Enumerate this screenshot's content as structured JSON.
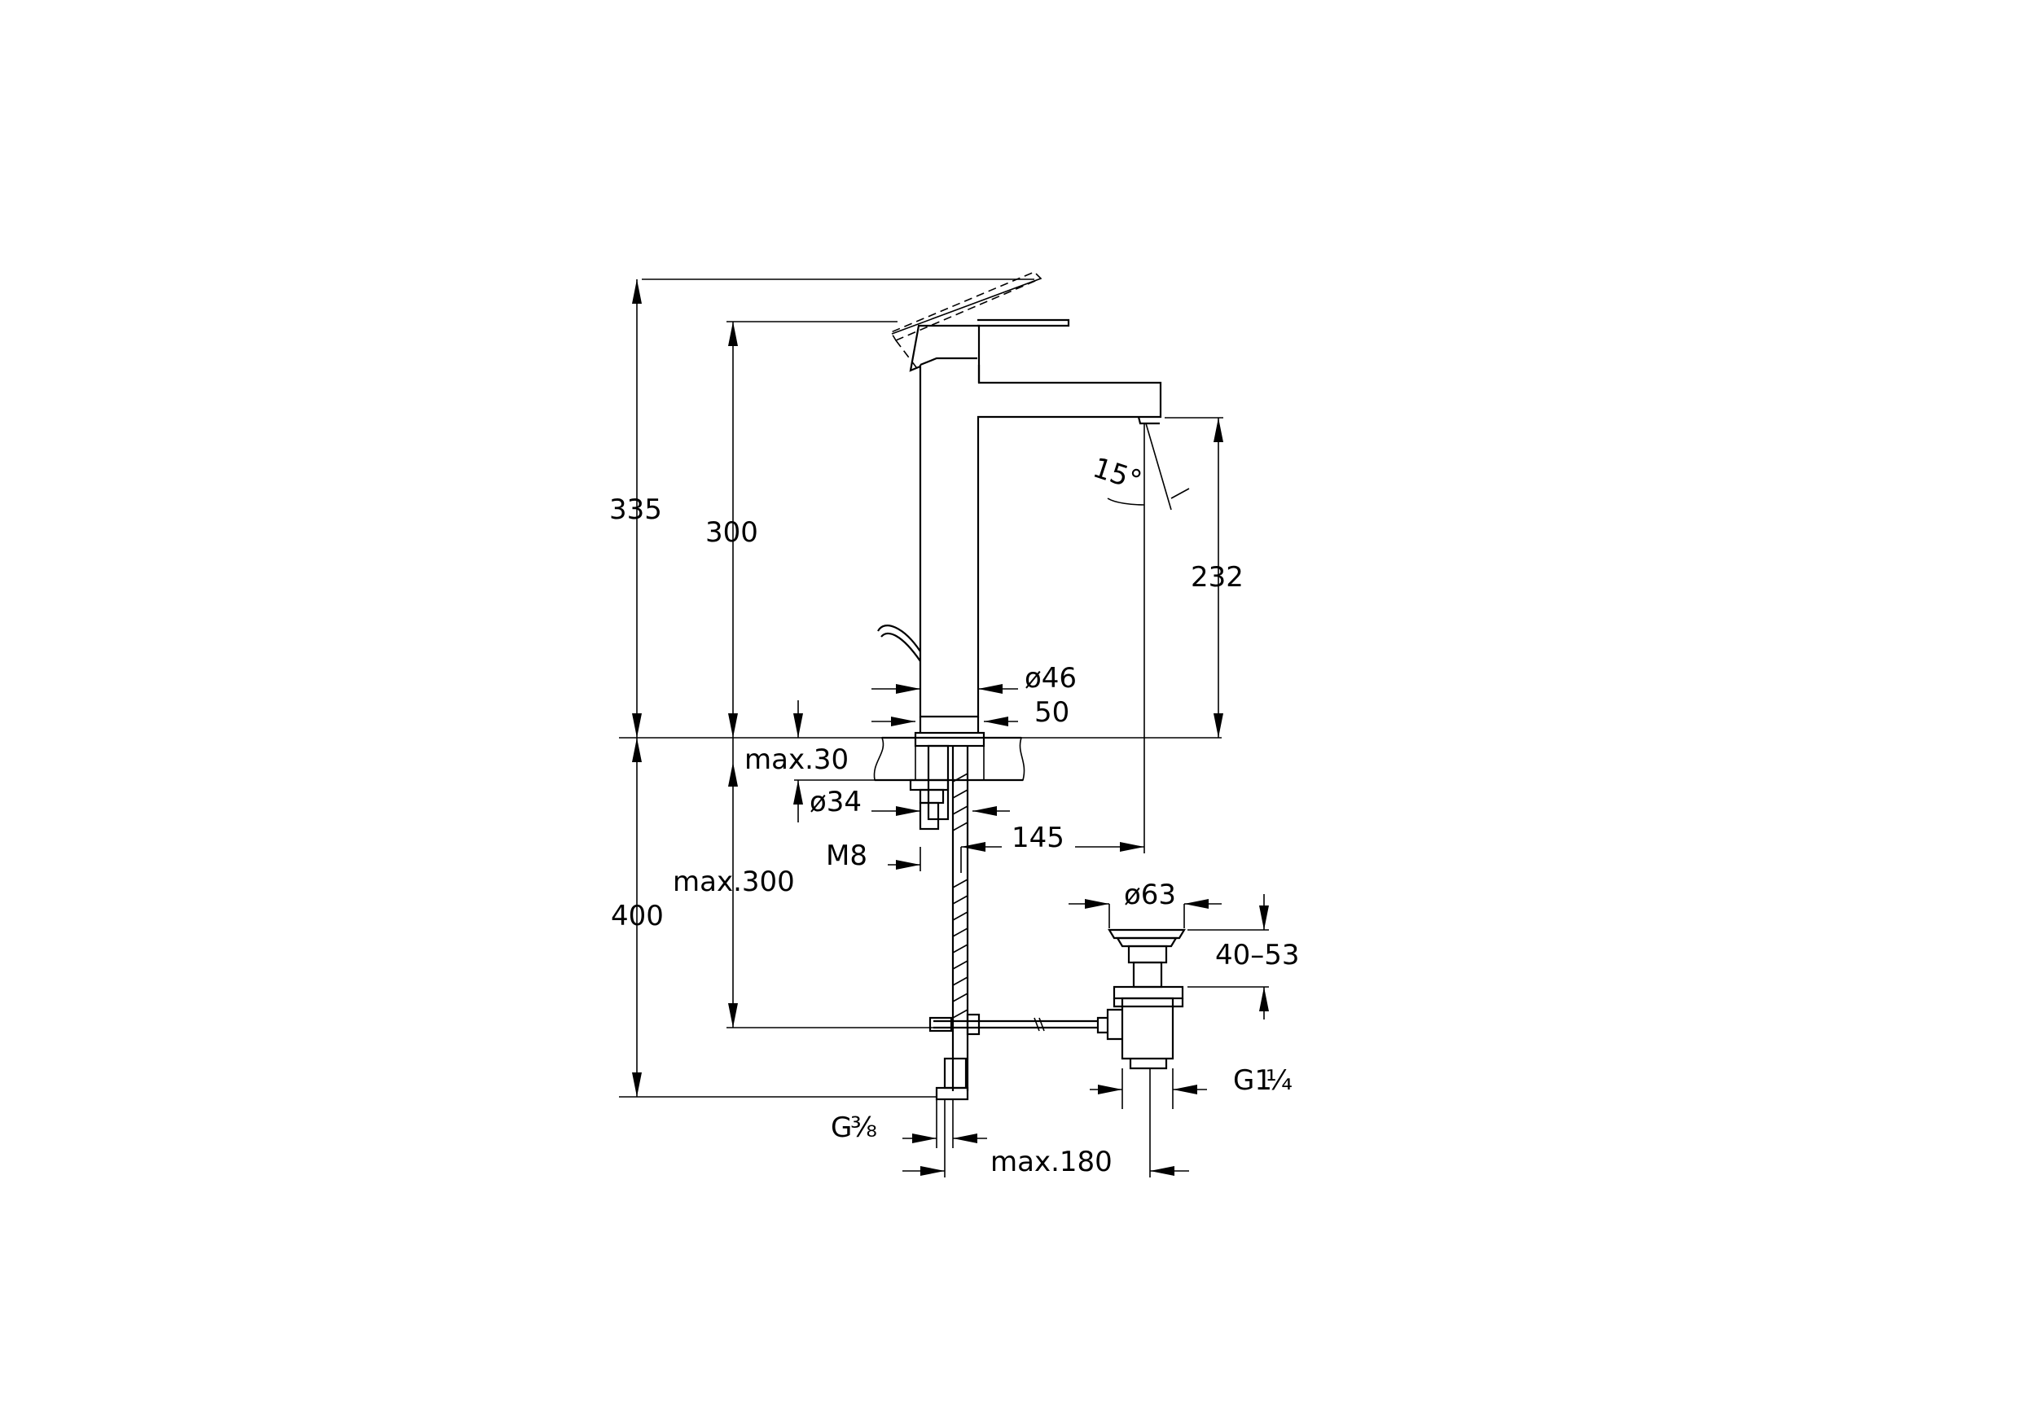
{
  "dimensions": {
    "total_height": "335",
    "lever_height": "300",
    "spout_height": "232",
    "spout_angle": "15°",
    "body_diameter": "ø46",
    "base_width": "50",
    "max_deck": "max.30",
    "thread_diameter": "ø34",
    "spout_reach": "145",
    "stud_thread": "M8",
    "below_deck": "400",
    "max_below": "max.300",
    "waste_diameter": "ø63",
    "waste_range": "40–53",
    "waste_thread_main": "G1",
    "waste_thread_frac": "¼",
    "hose_thread_main": "G",
    "hose_thread_frac": "⅜",
    "max_rod": "max.180"
  }
}
